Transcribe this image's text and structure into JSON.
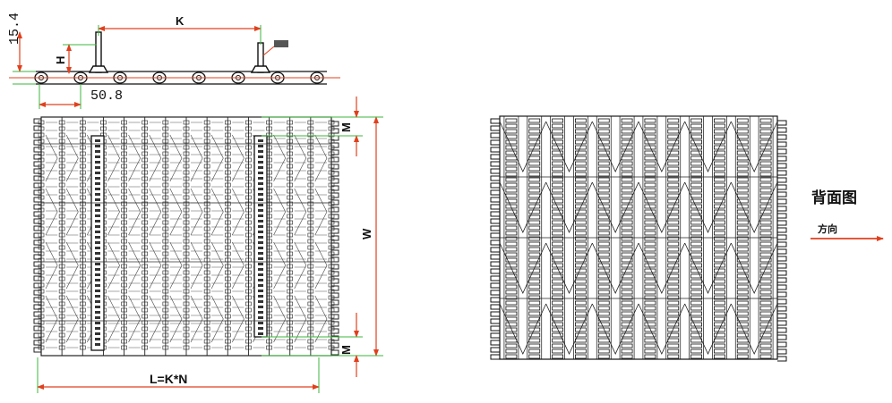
{
  "dimensions": {
    "height_side": "15.4",
    "flight_height": "H",
    "flight_spacing": "K",
    "pitch": "50.8",
    "width": "W",
    "margin_top": "M",
    "margin_bottom": "M",
    "length_formula": "L=K*N"
  },
  "labels": {
    "back_view": "背面图",
    "direction": "方向"
  },
  "colors": {
    "dimension_red": "#e0401e",
    "extension_green": "#3cb43c",
    "line_black": "#111111"
  }
}
